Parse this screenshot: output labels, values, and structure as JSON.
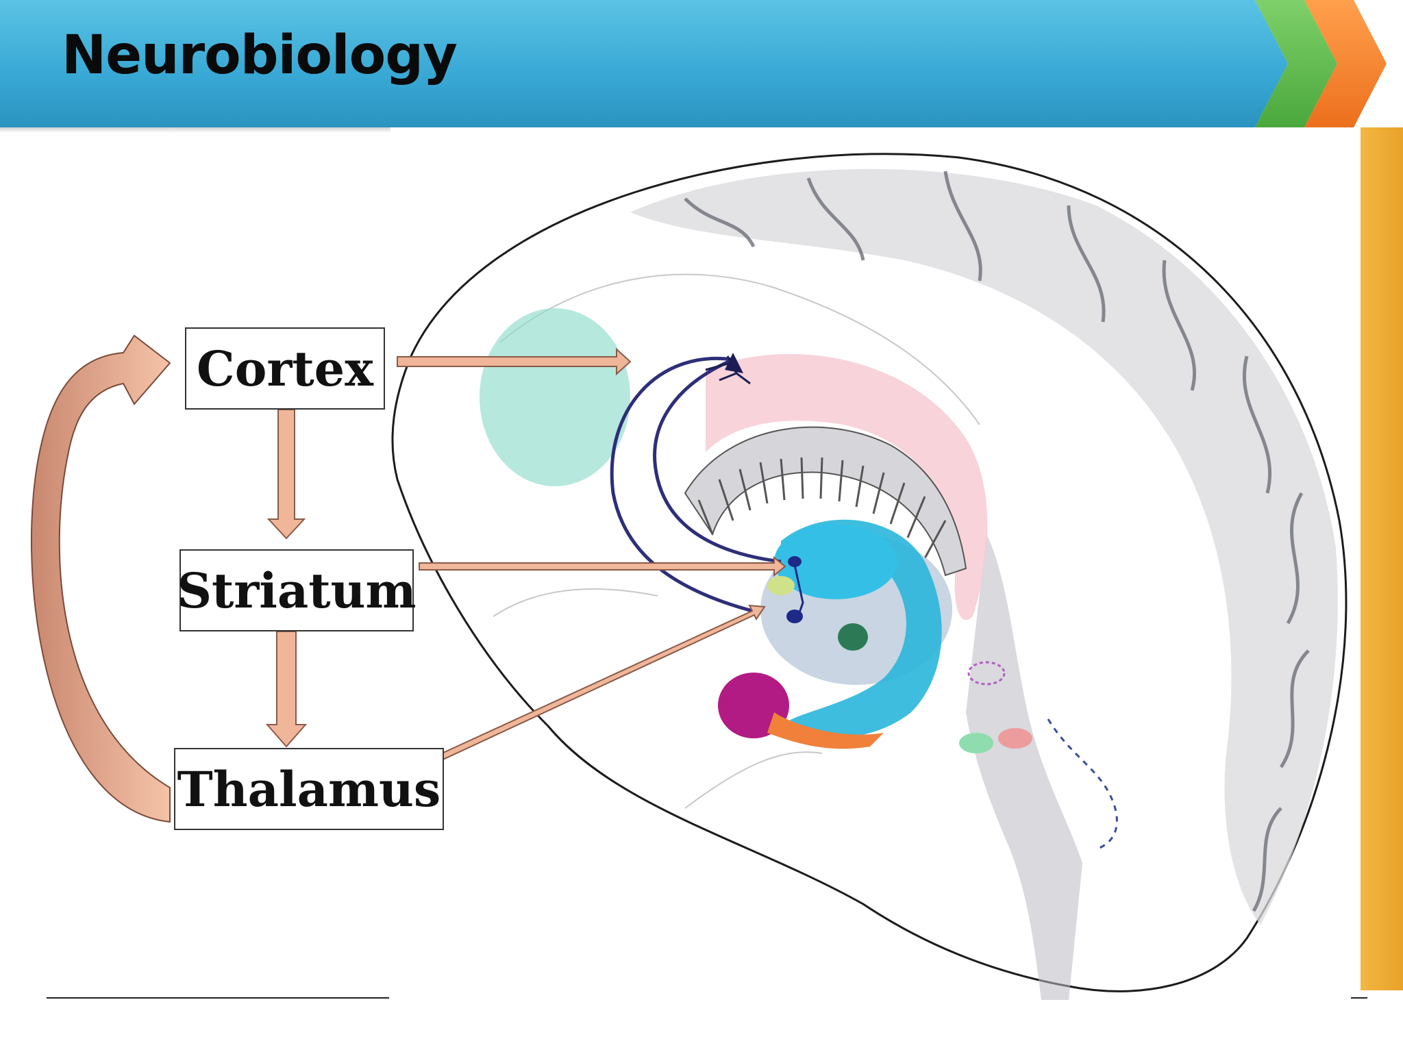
{
  "header": {
    "title": "Neurobiology"
  },
  "diagram": {
    "nodes": [
      {
        "id": "cortex",
        "label": "Cortex"
      },
      {
        "id": "striatum",
        "label": "Striatum"
      },
      {
        "id": "thalamus",
        "label": "Thalamus"
      }
    ],
    "edges": [
      {
        "from": "cortex",
        "to": "striatum"
      },
      {
        "from": "striatum",
        "to": "thalamus"
      },
      {
        "from": "thalamus",
        "to": "cortex"
      }
    ],
    "arrow_color": "#f0b69a"
  },
  "colors": {
    "header": "#3aaad6",
    "chevron_green": "#5cb84a",
    "chevron_orange": "#f0802a",
    "side_bar": "#f0b040"
  }
}
